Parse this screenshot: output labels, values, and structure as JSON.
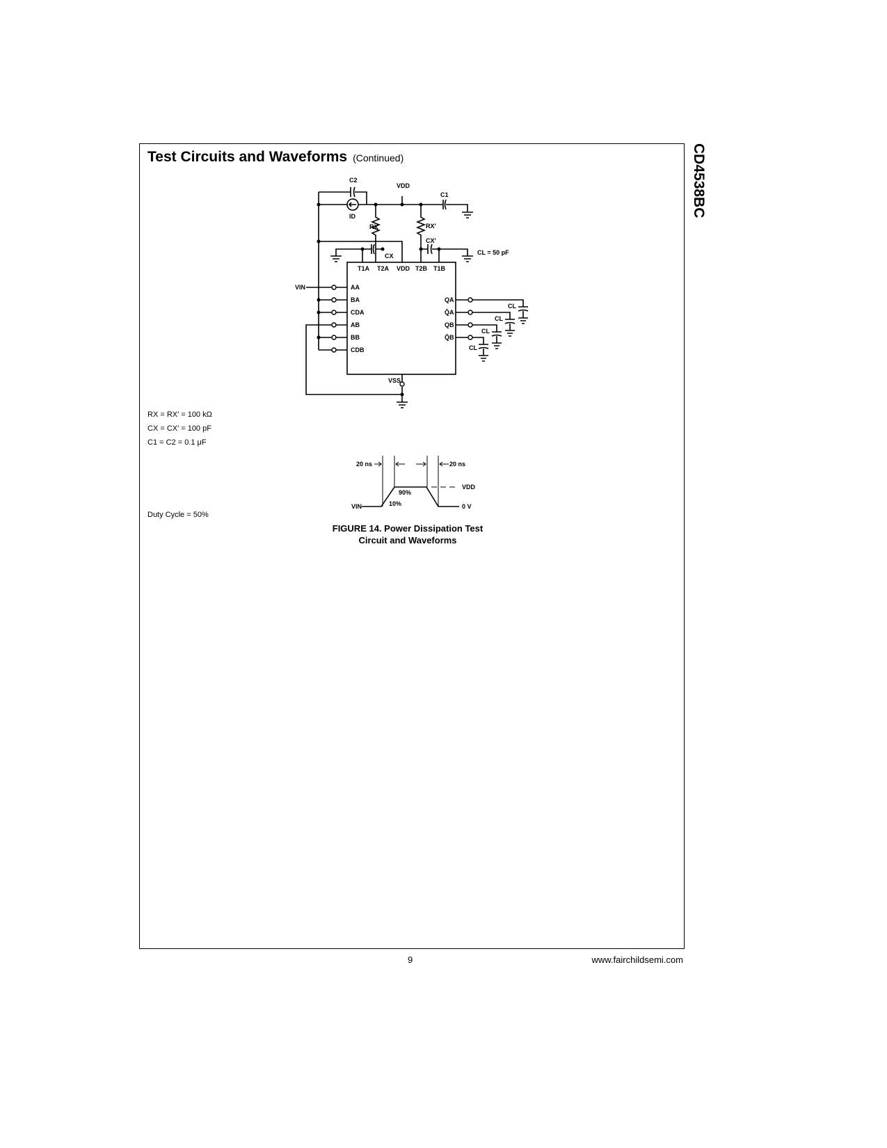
{
  "header": {
    "title": "Test Circuits and Waveforms",
    "continued": "(Continued)",
    "part_number": "CD4538BC"
  },
  "circuit": {
    "labels": {
      "c2": "C2",
      "vdd": "VDD",
      "c1": "C1",
      "id": "ID",
      "rx": "RX",
      "rx2": "RX′",
      "cx": "CX",
      "cx2": "CX′",
      "cl_value": "CL = 50 pF",
      "vin": "VIN",
      "vss": "VSS",
      "cl": "CL"
    },
    "top_pins": [
      "T1A",
      "T2A",
      "VDD",
      "T2B",
      "T1B"
    ],
    "left_pins": [
      "AA",
      "BA",
      "CDA",
      "AB",
      "BB",
      "CDB"
    ],
    "right_pins": [
      "QA",
      "Q̄A",
      "QB",
      "Q̄B"
    ]
  },
  "notes": [
    "RX = RX′ = 100 kΩ",
    "CX = CX′ = 100 pF",
    "C1 = C2 = 0.1 μF"
  ],
  "duty_cycle": "Duty Cycle = 50%",
  "waveform": {
    "rise": "20 ns",
    "fall": "20 ns",
    "vdd": "VDD",
    "zero": "0 V",
    "p90": "90%",
    "p10": "10%",
    "vin": "VIN"
  },
  "caption": {
    "line1": "FIGURE 14. Power Dissipation Test",
    "line2": "Circuit and Waveforms"
  },
  "footer": {
    "page": "9",
    "url": "www.fairchildsemi.com"
  }
}
